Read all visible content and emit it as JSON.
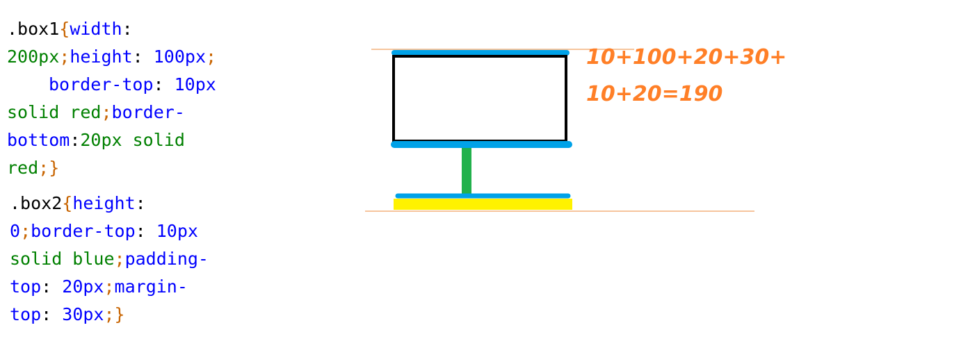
{
  "code": {
    "box1": {
      "lines": [
        [
          {
            "t": ".box1",
            "c": "sel"
          },
          {
            "t": "{",
            "c": "pun"
          },
          {
            "t": "width",
            "c": "prop"
          },
          {
            "t": ":",
            "c": "pl"
          }
        ],
        [
          {
            "t": "200px",
            "c": "val"
          },
          {
            "t": ";",
            "c": "pun"
          },
          {
            "t": "height",
            "c": "prop"
          },
          {
            "t": ": ",
            "c": "pl"
          },
          {
            "t": "100px",
            "c": "num"
          },
          {
            "t": ";",
            "c": "pun"
          }
        ],
        [
          {
            "t": "border-top",
            "c": "prop",
            "indent": true
          },
          {
            "t": ": ",
            "c": "pl"
          },
          {
            "t": "10px",
            "c": "num"
          }
        ],
        [
          {
            "t": "solid red",
            "c": "val"
          },
          {
            "t": ";",
            "c": "pun"
          },
          {
            "t": "border-",
            "c": "prop"
          }
        ],
        [
          {
            "t": "bottom",
            "c": "prop"
          },
          {
            "t": ":",
            "c": "pl"
          },
          {
            "t": "20px solid",
            "c": "val"
          }
        ],
        [
          {
            "t": "red",
            "c": "val"
          },
          {
            "t": ";}",
            "c": "pun"
          }
        ]
      ]
    },
    "box2": {
      "lines": [
        [
          {
            "t": ".box2",
            "c": "sel"
          },
          {
            "t": "{",
            "c": "pun"
          },
          {
            "t": "height",
            "c": "prop"
          },
          {
            "t": ":",
            "c": "pl"
          }
        ],
        [
          {
            "t": "0",
            "c": "num"
          },
          {
            "t": ";",
            "c": "pun"
          },
          {
            "t": "border-top",
            "c": "prop"
          },
          {
            "t": ": ",
            "c": "pl"
          },
          {
            "t": "10px",
            "c": "num"
          }
        ],
        [
          {
            "t": "solid blue",
            "c": "val"
          },
          {
            "t": ";",
            "c": "pun"
          },
          {
            "t": "padding-",
            "c": "prop"
          }
        ],
        [
          {
            "t": "top",
            "c": "prop"
          },
          {
            "t": ": ",
            "c": "pl"
          },
          {
            "t": "20px",
            "c": "num"
          },
          {
            "t": ";",
            "c": "pun"
          },
          {
            "t": "margin-",
            "c": "prop"
          }
        ],
        [
          {
            "t": "top",
            "c": "prop"
          },
          {
            "t": ": ",
            "c": "pl"
          },
          {
            "t": "30px",
            "c": "num"
          },
          {
            "t": ";}",
            "c": "pun"
          }
        ]
      ]
    }
  },
  "annotation": {
    "line1": "10+100+20+30+",
    "line2": "10+20=190"
  },
  "colors": {
    "guide_line": "#f0a060",
    "blue_border": "#00a2e8",
    "box_outline": "#000000",
    "margin_bar": "#22b14c",
    "padding_fill": "#fff200",
    "annotation": "#ff7f27"
  }
}
